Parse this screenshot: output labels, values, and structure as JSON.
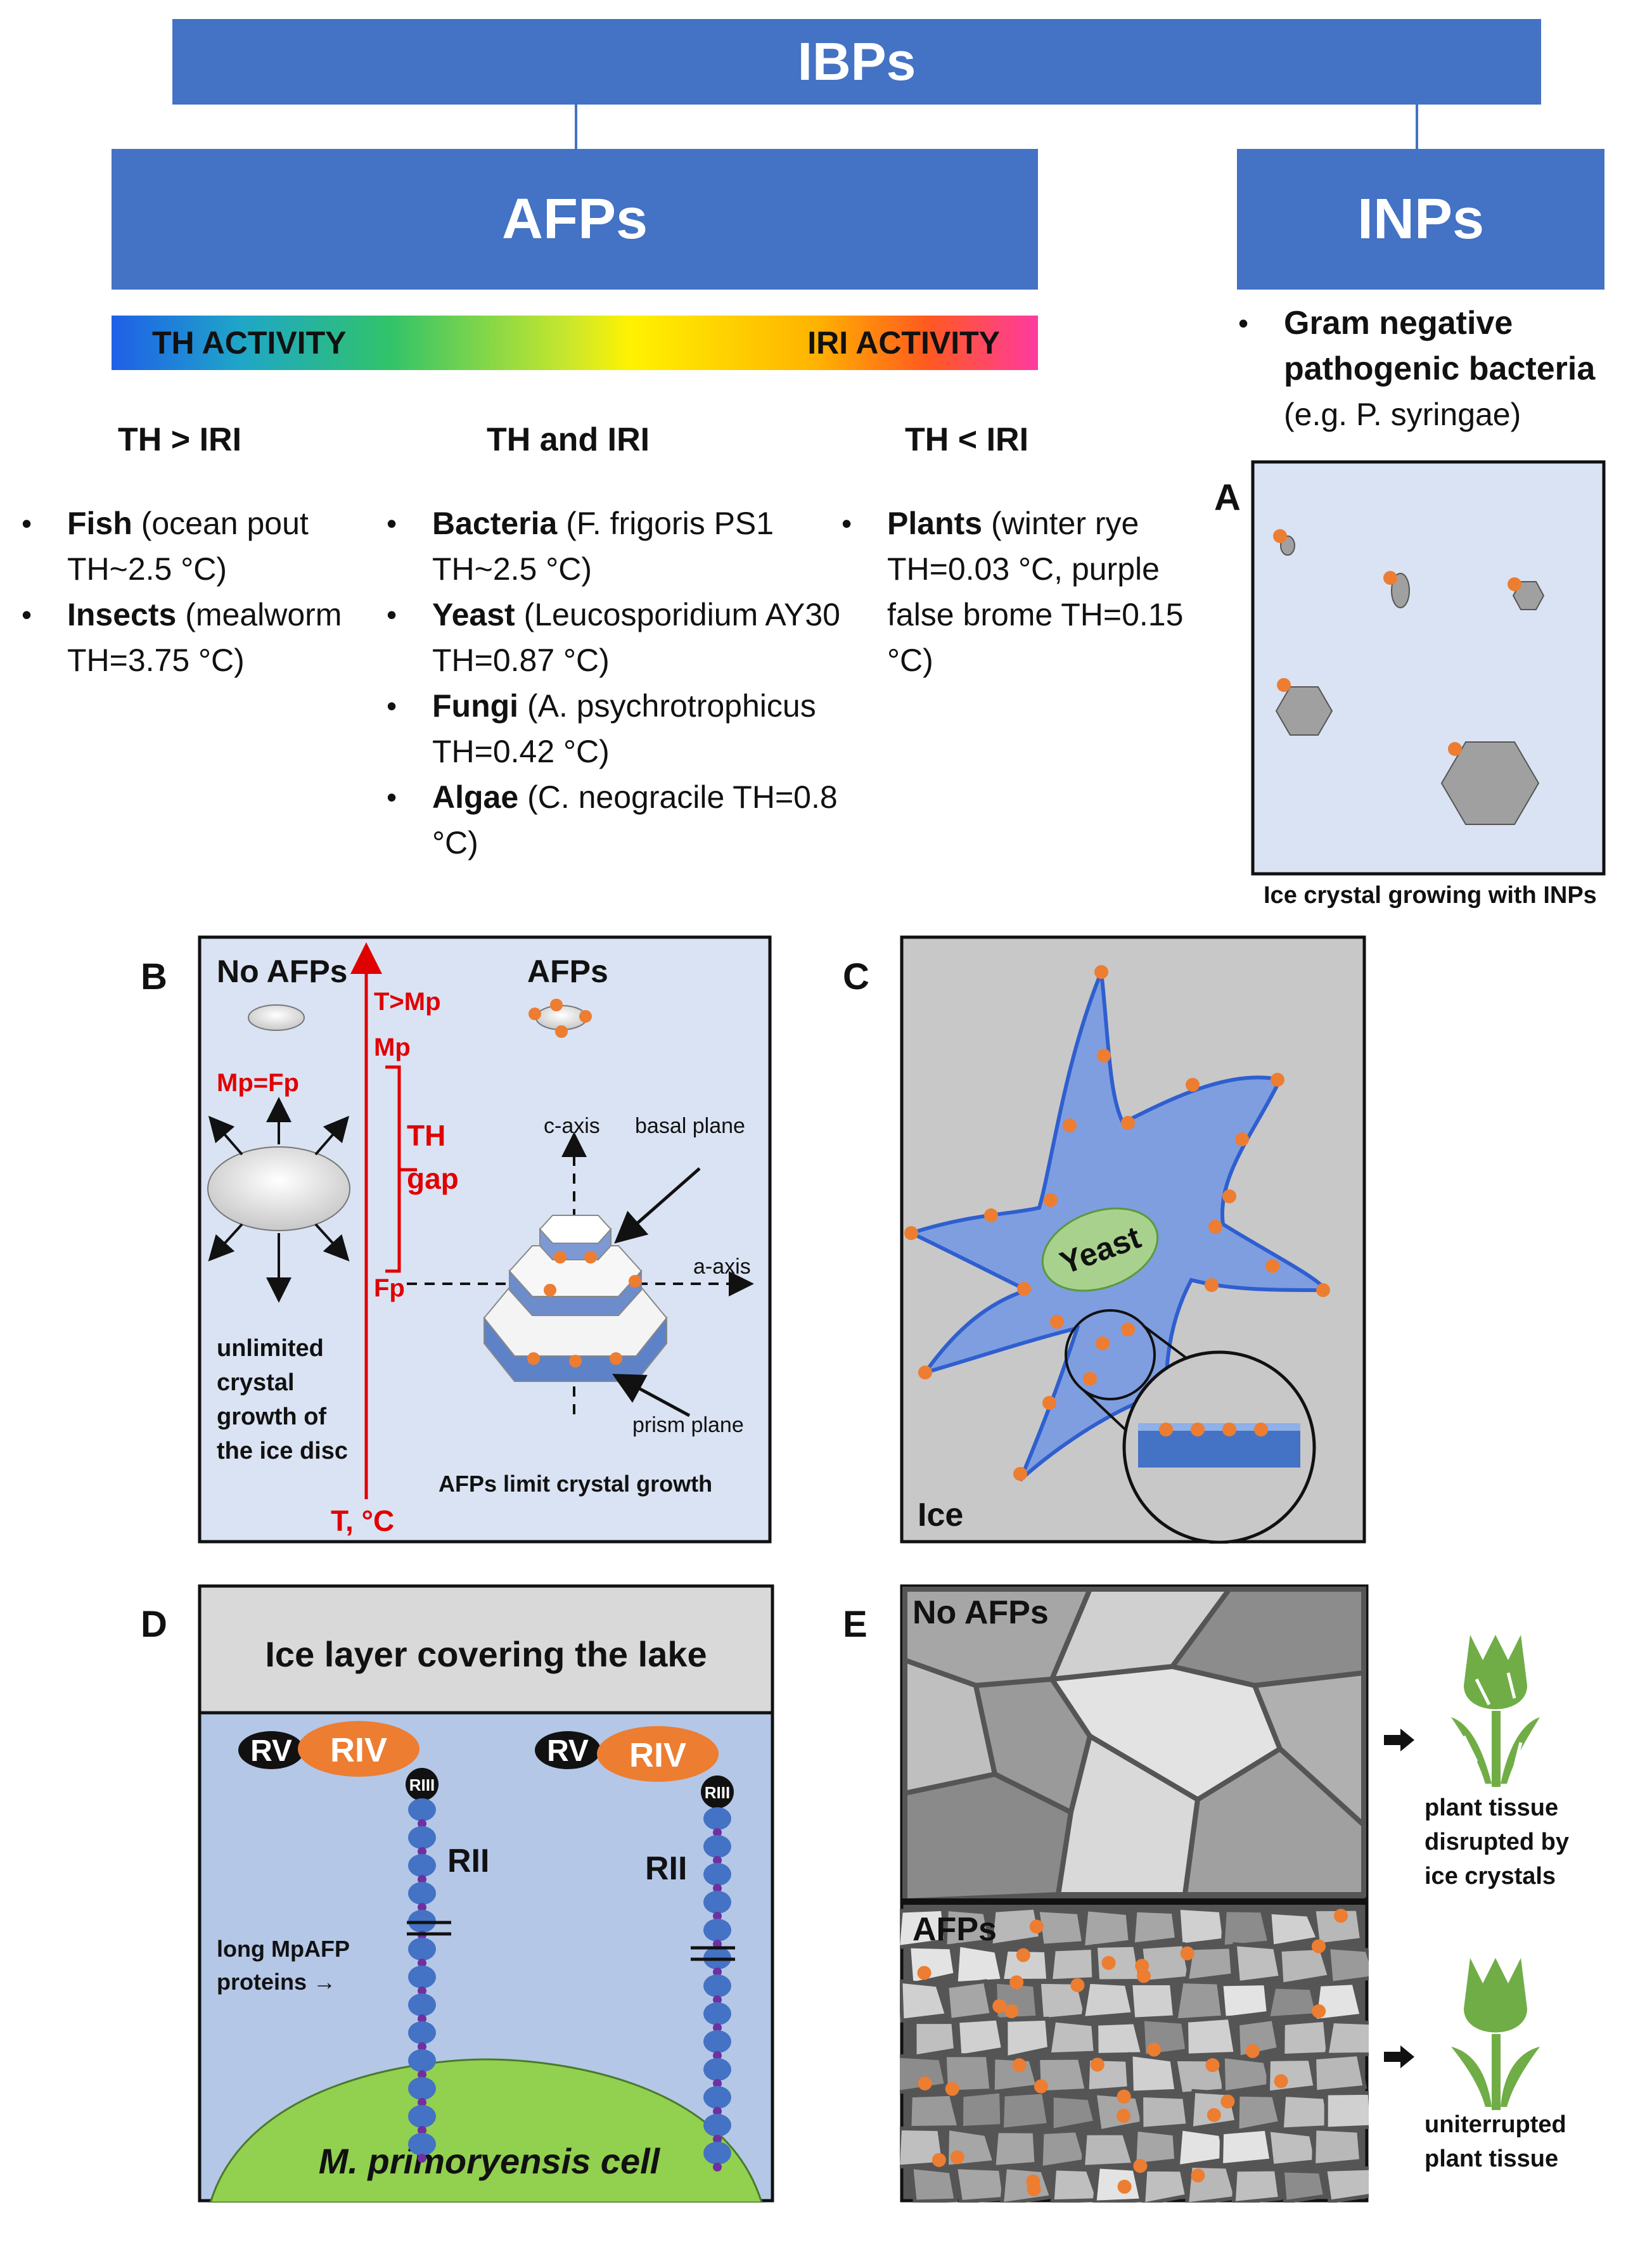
{
  "header": {
    "ibps": "IBPs",
    "afps": "AFPs",
    "inps": "INPs"
  },
  "activity_bar": {
    "left": "TH ACTIVITY",
    "right": "IRI ACTIVITY"
  },
  "columns": [
    {
      "heading": "TH > IRI",
      "items": [
        {
          "name": "Fish",
          "detail": " (ocean pout TH~2.5 °C)"
        },
        {
          "name": "Insects",
          "detail": " (mealworm TH=3.75 °C)"
        }
      ]
    },
    {
      "heading": "TH and IRI",
      "items": [
        {
          "name": "Bacteria",
          "detail": " (F. frigoris PS1 TH~2.5 °C)"
        },
        {
          "name": "Yeast",
          "detail": "  (Leucosporidium AY30 TH=0.87 °C)"
        },
        {
          "name": "Fungi",
          "detail": " (A. psychrotrophicus TH=0.42 °C)"
        },
        {
          "name": "Algae",
          "detail": " (C. neogracile TH=0.8 °C)"
        }
      ]
    },
    {
      "heading": "TH < IRI",
      "items": [
        {
          "name": "Plants",
          "detail": " (winter rye TH=0.03 °C, purple false brome TH=0.15 °C)"
        }
      ]
    }
  ],
  "inps": {
    "item_bold": "Gram negative pathogenic bacteria",
    "item_detail": "(e.g. P. syringae)"
  },
  "panel_a": {
    "letter": "A",
    "caption": "Ice crystal growing with INPs"
  },
  "panel_b": {
    "letter": "B",
    "no_afps": "No AFPs",
    "afps": "AFPs",
    "t_gt_mp": "T>Mp",
    "mp": "Mp",
    "mp_eq_fp": "Mp=Fp",
    "th": "TH",
    "gap": "gap",
    "fp": "Fp",
    "c_axis": "c-axis",
    "basal_plane": "basal plane",
    "a_axis": "a-axis",
    "prism_plane": "prism plane",
    "unlimited": [
      "unlimited",
      "crystal",
      "growth of",
      "the ice disc"
    ],
    "afps_limit": "AFPs limit crystal growth",
    "t_axis": "T, °C"
  },
  "panel_c": {
    "letter": "C",
    "yeast": "Yeast",
    "ice": "Ice"
  },
  "panel_d": {
    "letter": "D",
    "ice_layer": "Ice layer covering the lake",
    "rv": "RV",
    "riv": "RIV",
    "riii": "RIII",
    "rii": "RII",
    "long_label": [
      "long MpAFP",
      "proteins →"
    ],
    "cell": "M. primoryensis cell"
  },
  "panel_e": {
    "letter": "E",
    "no_afps": "No AFPs",
    "afps": "AFPs",
    "disrupted": [
      "plant tissue",
      "disrupted by",
      "ice crystals"
    ],
    "uninterrupted": [
      "uniterrupted",
      "plant tissue"
    ]
  },
  "colors": {
    "blue_box": "#4472c4",
    "orange": "#ed7d31",
    "red": "#e00000",
    "green": "#70ad47",
    "panel_bg": "#dae3f3"
  }
}
